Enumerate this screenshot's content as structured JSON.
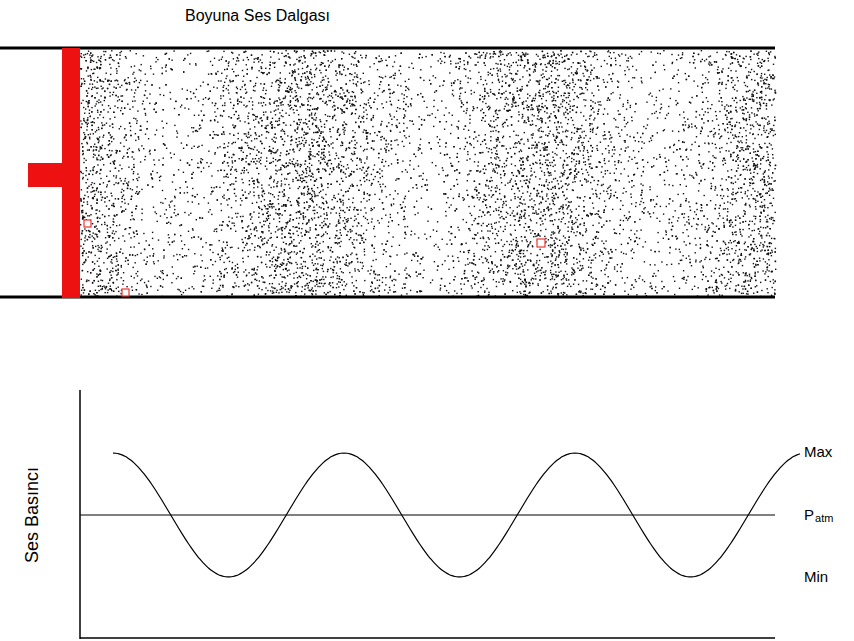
{
  "diagram": {
    "title": "Boyuna Ses Dalgası",
    "labels": [
      "Ses Basıncı",
      "Max",
      "P",
      "atm",
      "Min"
    ]
  }
}
